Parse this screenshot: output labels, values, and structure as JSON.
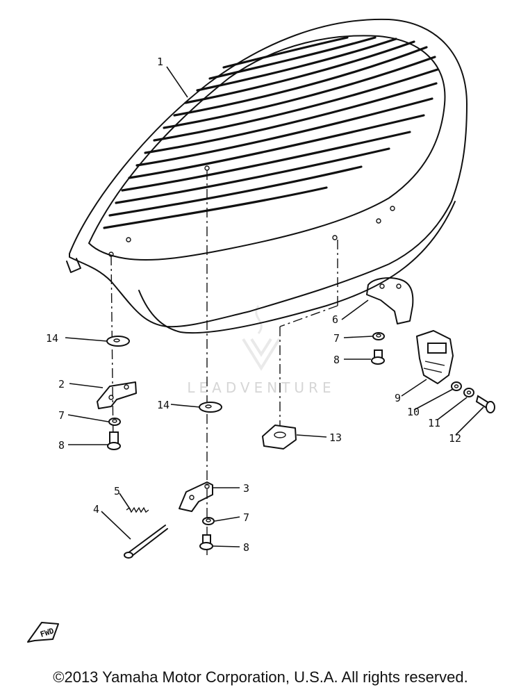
{
  "diagram": {
    "callouts": [
      "1",
      "2",
      "3",
      "4",
      "5",
      "6",
      "7",
      "8",
      "9",
      "10",
      "11",
      "12",
      "13",
      "14"
    ],
    "fwd_label": "FWD",
    "watermark": "LEADVENTURE",
    "copyright": "©2013 Yamaha Motor Corporation, U.S.A. All rights reserved."
  }
}
